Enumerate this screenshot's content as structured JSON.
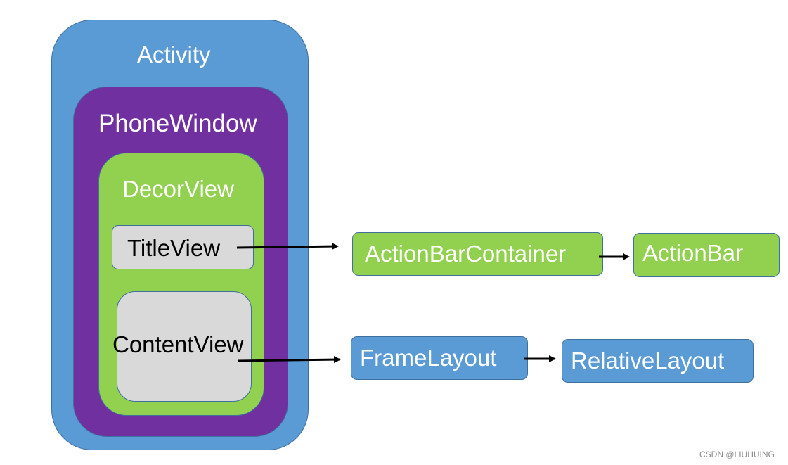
{
  "nodes": {
    "activity": "Activity",
    "phone_window": "PhoneWindow",
    "decor_view": "DecorView",
    "title_view": "TitleView",
    "content_view": "ContentView",
    "action_bar_container": "ActionBarContainer",
    "action_bar": "ActionBar",
    "frame_layout": "FrameLayout",
    "relative_layout": "RelativeLayout"
  },
  "colors": {
    "blue": "#5b9bd5",
    "purple": "#7030a0",
    "green": "#92d050",
    "gray": "#d9d9d9",
    "arrow": "#000000"
  },
  "edges": [
    {
      "from": "TitleView",
      "to": "ActionBarContainer"
    },
    {
      "from": "ActionBarContainer",
      "to": "ActionBar"
    },
    {
      "from": "ContentView",
      "to": "FrameLayout"
    },
    {
      "from": "FrameLayout",
      "to": "RelativeLayout"
    }
  ],
  "watermark": "CSDN @LIUHUING"
}
